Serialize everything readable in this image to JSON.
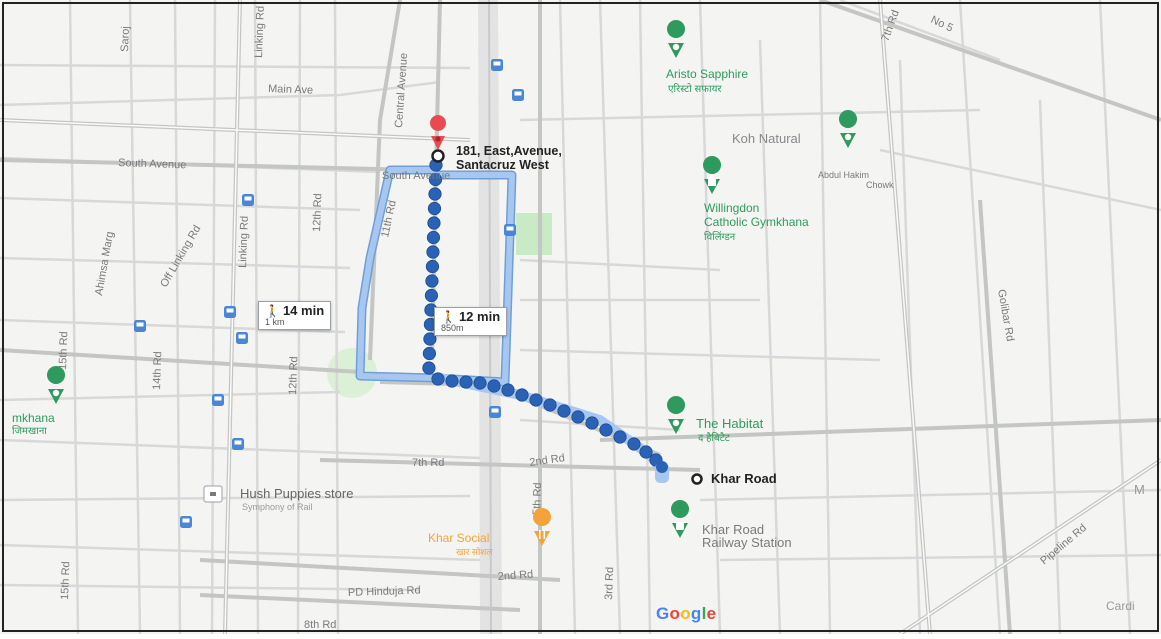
{
  "origin": {
    "line1": "181, East,Avenue,",
    "line2": "Santacruz West"
  },
  "destination": {
    "label": "Khar Road"
  },
  "routes": [
    {
      "mode_icon": "walking-person-icon",
      "duration": "14 min",
      "distance": "1 km",
      "selected": false
    },
    {
      "mode_icon": "walking-person-icon",
      "duration": "12 min",
      "distance": "850m",
      "selected": true
    }
  ],
  "roads": {
    "main_ave": "Main Ave",
    "south_avenue_left": "South Avenue",
    "south_avenue_top": "South Avenue",
    "linking_rd_top": "Linking Rd",
    "linking_rd_mid": "Linking Rd",
    "central_avenue": "Central Avenue",
    "twelfth_rd_top": "12th Rd",
    "eleventh_rd": "11th Rd",
    "off_linking_rd": "Off Linking Rd",
    "ahimsa_marg": "Ahimsa Marg",
    "fifteenth_rd_top": "15th Rd",
    "fourteenth_rd": "14th Rd",
    "twelfth_rd_mid": "12th Rd",
    "seventh_rd": "7th Rd",
    "second_rd_mid": "2nd Rd",
    "fifth_rd": "5th Rd",
    "pd_hinduja_rd": "PD Hinduja Rd",
    "second_rd_bottom": "2nd Rd",
    "fifteenth_rd_bottom": "15th Rd",
    "eighth_rd": "8th Rd",
    "third_rd": "3rd Rd",
    "gulbai_rd": "Golibar Rd",
    "pipeline_rd": "Pipeline Rd",
    "seventh_rd_top": "7th Rd",
    "no_5": "No 5",
    "saroj": "Saroj",
    "abdul_hakim": "Abdul Hakim",
    "chowk": "Chowk"
  },
  "pois": {
    "aristo": {
      "name": "Aristo Sapphire",
      "sub": "एरिस्टो सफायर"
    },
    "koh": {
      "name": "Koh Natural"
    },
    "willingdon": {
      "line1": "Willingdon",
      "line2": "Catholic Gymkhana",
      "sub": "विलिंग्डन"
    },
    "habitat": {
      "name": "The Habitat",
      "sub": "द हैबिटैट"
    },
    "hush": {
      "name": "Hush Puppies store",
      "sub": "Symphony of Rail"
    },
    "khar_social": {
      "name": "Khar Social",
      "sub": "खार सोशल"
    },
    "khar_station": {
      "line1": "Khar Road",
      "line2": "Railway Station"
    },
    "gymkhana_left": {
      "name": "mkhana",
      "sub": "जिमखाना"
    },
    "cardi": {
      "name": "Cardi"
    },
    "m_edge": {
      "name": "M"
    }
  },
  "brand": {
    "google": "Google"
  },
  "colors": {
    "route_alt": "#a8c7f0",
    "route_alt_edge": "#6f9fd8",
    "route_main": "#2a63b5",
    "poi_green": "#2e9a5e",
    "pin_red": "#e84a4f",
    "food_orange": "#f5a23a",
    "park": "#c9ecc6"
  }
}
